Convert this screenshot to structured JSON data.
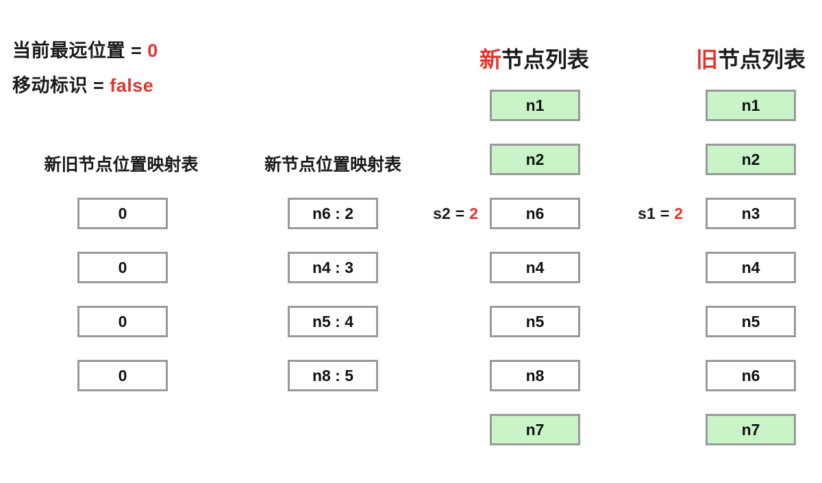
{
  "colors": {
    "accent_red": "#e8322d",
    "highlight_green": "#c9f4c7",
    "box_border": "#999999",
    "text": "#1a1a1a",
    "background": "#ffffff"
  },
  "status": {
    "line1": {
      "label": "当前最远位置",
      "equals": "=",
      "value": "0"
    },
    "line2": {
      "label": "移动标识",
      "equals": "=",
      "value": "false"
    }
  },
  "map_tables": {
    "old_new": {
      "title": "新旧节点位置映射表",
      "cells": [
        "0",
        "0",
        "0",
        "0"
      ]
    },
    "new_pos": {
      "title": "新节点位置映射表",
      "cells": [
        "n6 : 2",
        "n4 : 3",
        "n5 : 4",
        "n8 : 5"
      ]
    }
  },
  "lists": {
    "new": {
      "title_accent": "新",
      "title_rest": "节点列表",
      "pointer": {
        "name": "s2",
        "equals": "=",
        "value": "2"
      },
      "items": [
        {
          "label": "n1",
          "highlight": true
        },
        {
          "label": "n2",
          "highlight": true
        },
        {
          "label": "n6",
          "highlight": false
        },
        {
          "label": "n4",
          "highlight": false
        },
        {
          "label": "n5",
          "highlight": false
        },
        {
          "label": "n8",
          "highlight": false
        },
        {
          "label": "n7",
          "highlight": true
        }
      ]
    },
    "old": {
      "title_accent": "旧",
      "title_rest": "节点列表",
      "pointer": {
        "name": "s1",
        "equals": "=",
        "value": "2"
      },
      "items": [
        {
          "label": "n1",
          "highlight": true
        },
        {
          "label": "n2",
          "highlight": true
        },
        {
          "label": "n3",
          "highlight": false
        },
        {
          "label": "n4",
          "highlight": false
        },
        {
          "label": "n5",
          "highlight": false
        },
        {
          "label": "n6",
          "highlight": false
        },
        {
          "label": "n7",
          "highlight": true
        }
      ]
    }
  }
}
